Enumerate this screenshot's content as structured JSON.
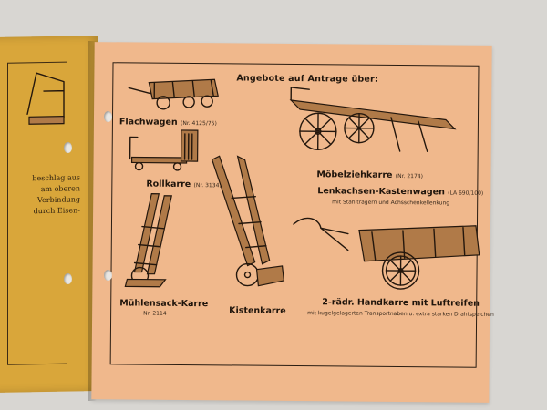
{
  "left_page": {
    "text_lines": [
      "beschlag aus",
      "am oberen",
      "Verbindung",
      "durch Eisen-"
    ]
  },
  "right_page": {
    "heading": "Angebote auf Antrage über:",
    "items": {
      "flachwagen": {
        "name": "Flachwagen",
        "number": "(Nr. 4125/75)"
      },
      "moebelziehkarre": {
        "name": "Möbelziehkarre",
        "number": "(Nr. 2174)"
      },
      "rollkarre": {
        "name": "Rollkarre",
        "number": "(Nr. 3134)"
      },
      "lenkachsen": {
        "name": "Lenkachsen-Kastenwagen",
        "number": "(LA 690/100)",
        "note": "mit Stahlträgern und Achsschenkellenkung"
      },
      "muehlensack": {
        "name": "Mühlensack-Karre",
        "number": "Nr. 2114"
      },
      "kistenkarre": {
        "name": "Kistenkarre"
      },
      "handkarre": {
        "name": "2-rädr. Handkarre mit Luftreifen",
        "note": "mit kugelgelagerten Transportnaben u. extra starken Drahtspeichen"
      }
    }
  }
}
